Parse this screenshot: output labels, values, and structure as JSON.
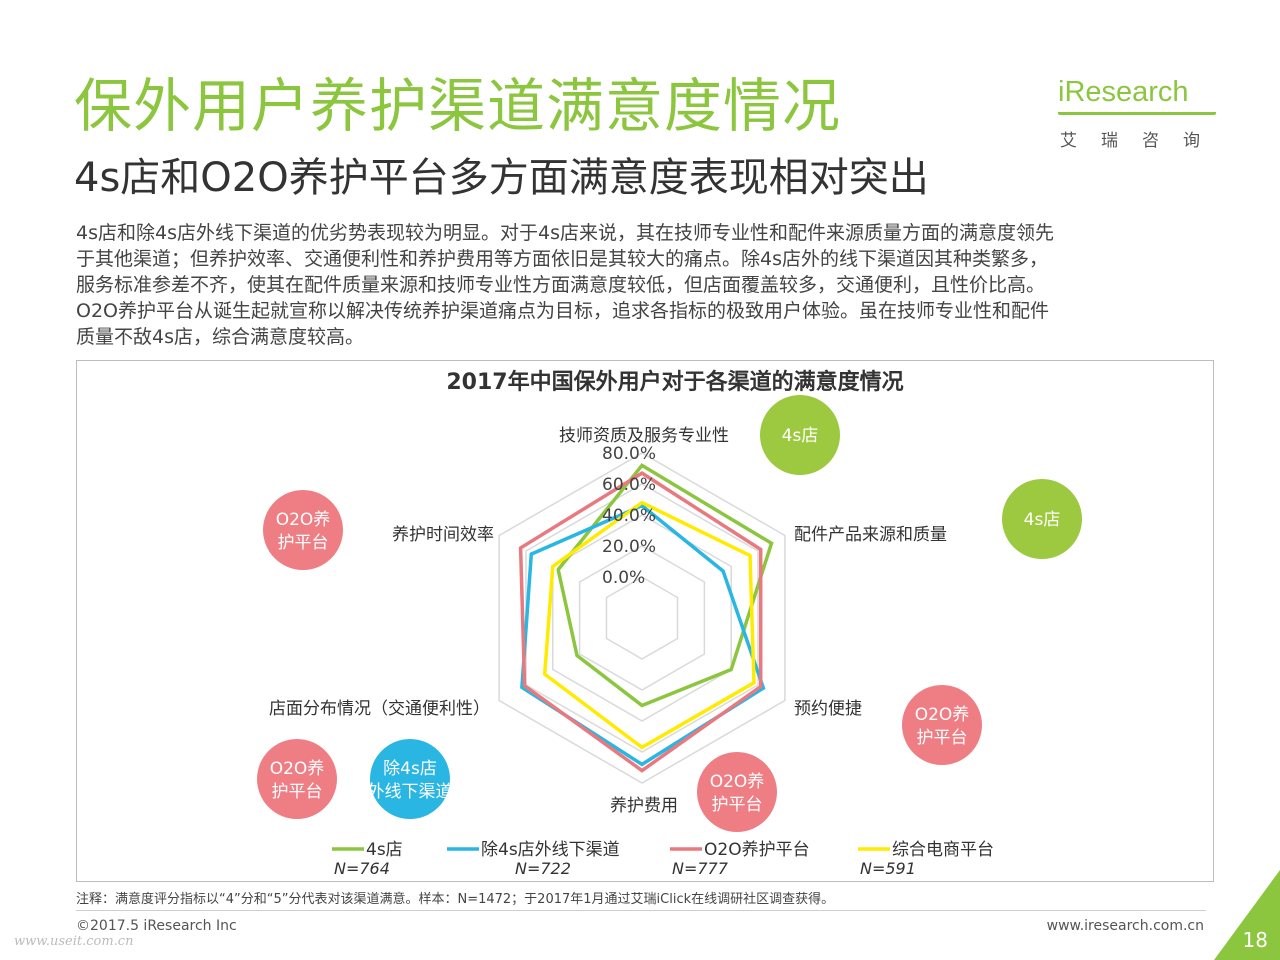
{
  "header": {
    "title": "保外用户养护渠道满意度情况",
    "subtitle": "4s店和O2O养护平台多方面满意度表现相对突出",
    "logo_word": "iResearch",
    "logo_cn": "艾瑞咨询"
  },
  "paragraph": [
    "4s店和除4s店外线下渠道的优劣势表现较为明显。对于4s店来说，其在技师专业性和配件来源质量方面的满意度领先",
    "于其他渠道；但养护效率、交通便利性和养护费用等方面依旧是其较大的痛点。除4s店外的线下渠道因其种类繁多，",
    "服务标准参差不齐，使其在配件质量来源和技师专业性方面满意度较低，但店面覆盖较多，交通便利，且性价比高。",
    "O2O养护平台从诞生起就宣称以解决传统养护渠道痛点为目标，追求各指标的极致用户体验。虽在技师专业性和配件",
    "质量不敌4s店，综合满意度较高。"
  ],
  "chart_data": {
    "type": "radar",
    "title": "2017年中国保外用户对于各渠道的满意度情况",
    "axes": [
      "技师资质及服务专业性",
      "配件产品来源和质量",
      "预约便捷",
      "养护费用",
      "店面分布情况（交通便利性）",
      "养护时间效率"
    ],
    "tick_labels": [
      "0.0%",
      "20.0%",
      "40.0%",
      "60.0%",
      "80.0%"
    ],
    "range": [
      0,
      80
    ],
    "series": [
      {
        "name": "4s店",
        "n_label": "N=764",
        "color": "#8cc63f",
        "values": [
          72,
          70,
          40,
          30,
          22,
          36
        ]
      },
      {
        "name": "除4s店外线下渠道",
        "n_label": "N=722",
        "color": "#29b6e3",
        "values": [
          46,
          34,
          64,
          68,
          63,
          56
        ]
      },
      {
        "name": "O2O养护平台",
        "n_label": "N=777",
        "color": "#e8797f",
        "values": [
          67,
          62,
          62,
          72,
          61,
          64
        ]
      },
      {
        "name": "综合电商平台",
        "n_label": "N=591",
        "color": "#ffeb00",
        "values": [
          48,
          54,
          57,
          57,
          46,
          40
        ]
      }
    ],
    "bubbles": [
      {
        "label": "4s店",
        "color": "#9cc93f"
      },
      {
        "label": "4s店",
        "color": "#9cc93f"
      },
      {
        "label": "O2O养护平台",
        "color": "#ee7e84"
      },
      {
        "label": "O2O养护平台",
        "color": "#ee7e84"
      },
      {
        "label": "O2O养护平台",
        "color": "#ee7e84"
      },
      {
        "label": "O2O养护平台",
        "color": "#ee7e84"
      },
      {
        "label": "除4s店外线下渠道",
        "color": "#29b6e3"
      }
    ]
  },
  "note": "注释：满意度评分指标以“4”分和“5”分代表对该渠道满意。样本：N=1472；于2017年1月通过艾瑞iClick在线调研社区调查获得。",
  "footer": {
    "copyright": "©2017.5 iResearch Inc",
    "website": "www.iresearch.com.cn",
    "page": "18",
    "watermark": "www.useit.com.cn"
  }
}
